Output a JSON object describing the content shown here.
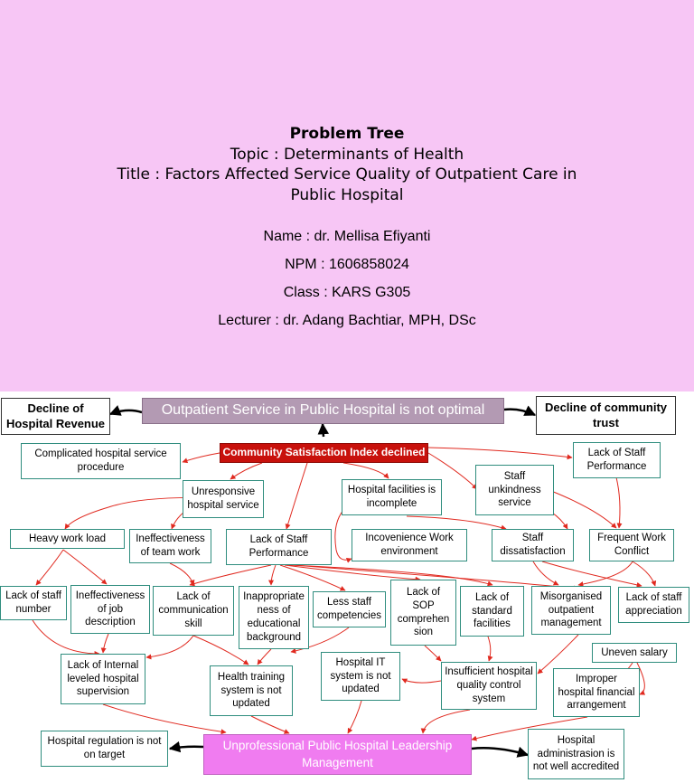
{
  "header": {
    "heading": "Problem Tree",
    "topic": "Topic : Determinants of Health",
    "title_line1": "Title : Factors Affected Service Quality of Outpatient Care in",
    "title_line2": "Public Hospital",
    "name": "Name : dr. Mellisa Efiyanti",
    "npm": "NPM : 1606858024",
    "class": "Class : KARS G305",
    "lecturer": "Lecturer : dr. Adang Bachtiar, MPH, DSc"
  },
  "diagram": {
    "colors": {
      "top_background": "#f7c6f5",
      "arrow": "#e0291f",
      "box_border": "#2f8d7e",
      "core_problem": "#b39ab3",
      "csi": "#c8110c",
      "root_problem": "#f07cf0"
    },
    "nodes": {
      "decline_revenue": "Decline of\nHospital Revenue",
      "core_problem": "Outpatient Service in Public Hospital is not optimal",
      "decline_trust": "Decline of community\ntrust",
      "complicated_procedure": "Complicated hospital service\nprocedure",
      "csi_declined": "Community Satisfaction Index declined",
      "lack_performance_top": "Lack of Staff\nPerformance",
      "unresponsive": "Unresponsive\nhospital service",
      "facilities_incomplete": "Hospital facilities is\nincomplete",
      "staff_unkindness": "Staff\nunkindness\nservice",
      "heavy_workload": "Heavy work load",
      "ineffective_teamwork": "Ineffectiveness\nof team work",
      "lack_performance_mid": "Lack of Staff\nPerformance",
      "inconvenience": "Incovenience  Work\nenvironment",
      "staff_dissatisfaction": "Staff\ndissatisfaction",
      "frequent_conflict": "Frequent Work\nConflict",
      "lack_staff_number": "Lack of staff\nnumber",
      "ineffective_jobdesc": "Ineffectiveness\nof job\ndescription",
      "lack_communication": "Lack of\ncommunication\nskill",
      "inappropriate_education": "Inappropriate\nness of\neducational\nbackground",
      "less_competencies": "Less staff\ncompetencies",
      "lack_sop": "Lack of\nSOP\ncomprehen\nsion",
      "lack_standard_facilities": "Lack of\nstandard\nfacilities",
      "misorganised": "Misorganised\noutpatient\nmanagement",
      "lack_appreciation": "Lack of staff\nappreciation",
      "uneven_salary": "Uneven salary",
      "lack_internal_supervision": "Lack of Internal\nleveled hospital\nsupervision",
      "health_training": "Health training\nsystem is not\nupdated",
      "it_system": "Hospital  IT\nsystem is not\nupdated",
      "insufficient_qc": "Insufficient hospital\nquality control\nsystem",
      "improper_financial": "Improper\nhospital financial\narrangement",
      "regulation_not_target": "Hospital regulation is not\non target",
      "root_problem": "Unprofessional Public Hospital Leadership\nManagement",
      "not_accredited": "Hospital\nadministrasion is\nnot well accredited"
    }
  }
}
